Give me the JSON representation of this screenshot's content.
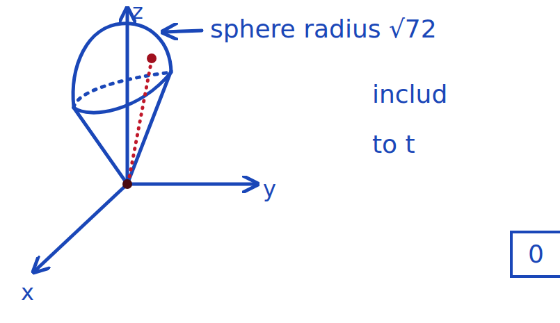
{
  "diagram": {
    "nodes": [
      {
        "text": [
          "0"
        ]
      }
    ],
    "labels": [
      "z",
      "y",
      "x",
      "sphere radius √72",
      "includ",
      "to t"
    ]
  }
}
